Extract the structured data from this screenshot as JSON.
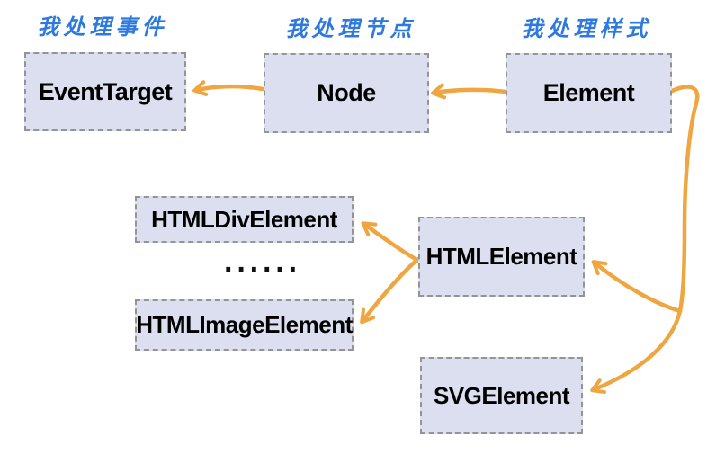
{
  "diagram": {
    "title_annotations": {
      "events": "我处理事件",
      "nodes": "我处理节点",
      "styles": "我处理样式"
    },
    "boxes": {
      "event_target": "EventTarget",
      "node": "Node",
      "element": "Element",
      "html_div_element": "HTMLDivElement",
      "html_image_element": "HTMLImageElement",
      "html_element": "HTMLElement",
      "svg_element": "SVGElement"
    },
    "ellipsis": "······",
    "colors": {
      "arrow_orange": "#F0A640",
      "box_fill": "#DCDFF0",
      "box_border": "#949494",
      "annotation_blue": "#2D79E0",
      "label_text": "#000000",
      "background": "#FFFFFF"
    }
  }
}
